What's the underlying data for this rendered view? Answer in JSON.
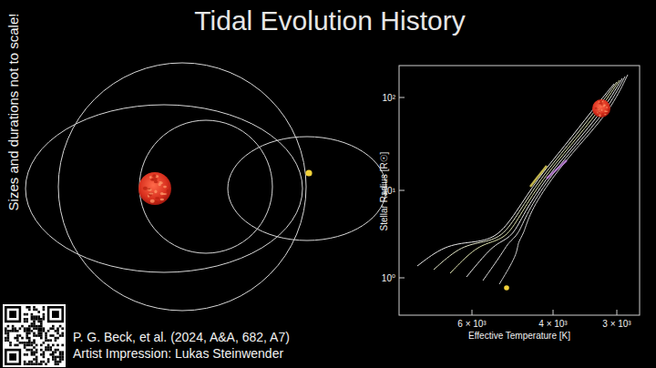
{
  "diagram": {
    "title": "Tidal Evolution History",
    "labels": [
      "Sizes and durations not to scale!",
      "Stellar Radius [R☉]",
      "10²",
      "10¹",
      "10⁰",
      "6 × 10³",
      "4 × 10³",
      "3 × 10³",
      "Effective Temperature [K]",
      "P. G. Beck, et al. (2024, A&A, 682, A7)",
      "Artist Impression: Lukas Steinwender"
    ]
  }
}
